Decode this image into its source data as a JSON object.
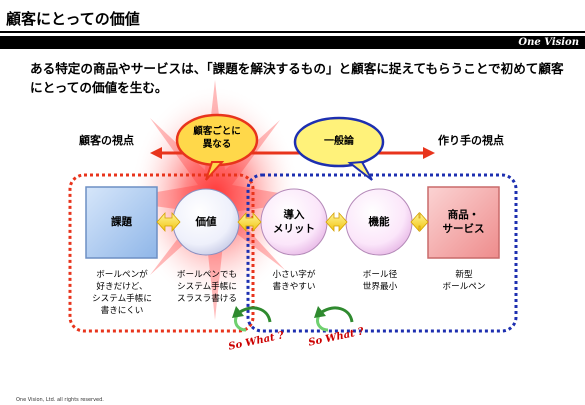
{
  "header": {
    "title": "顧客にとっての価値",
    "brand": "One Vision"
  },
  "lead_text": "ある特定の商品やサービスは、「課題を解決するもの」と顧客に捉えてもらうことで初めて顧客にとっての価値を生む。",
  "perspectives": {
    "customer": "顧客の視点",
    "maker": "作り手の視点"
  },
  "callouts": {
    "customer_callout": "顧客ごとに\n異なる",
    "maker_callout": "一般論"
  },
  "nodes": [
    {
      "label": "課題",
      "desc": "ボールペンが\n好きだけど、\nシステム手帳に\n書きにくい"
    },
    {
      "label": "価値",
      "desc": "ボールペンでも\nシステム手帳に\nスラスラ書ける"
    },
    {
      "label": "導入\nメリット",
      "desc": "小さい字が\n書きやすい"
    },
    {
      "label": "機能",
      "desc": "ボール径\n世界最小"
    },
    {
      "label": "商品・\nサービス",
      "desc": "新型\nボールペン"
    }
  ],
  "so_what": [
    "So What ?",
    "So What ?"
  ],
  "footer": "One Vision, Ltd. all rights reserved.",
  "colors": {
    "red": "#e8341c",
    "blue": "#1d2fb0",
    "customer_callout_fill": "#ffd84a",
    "maker_callout_fill": "#fff27a",
    "problem_fill": "#a9c8ee",
    "value_fill": "#dfe9f7",
    "product_fill": "#f4a7a7"
  }
}
